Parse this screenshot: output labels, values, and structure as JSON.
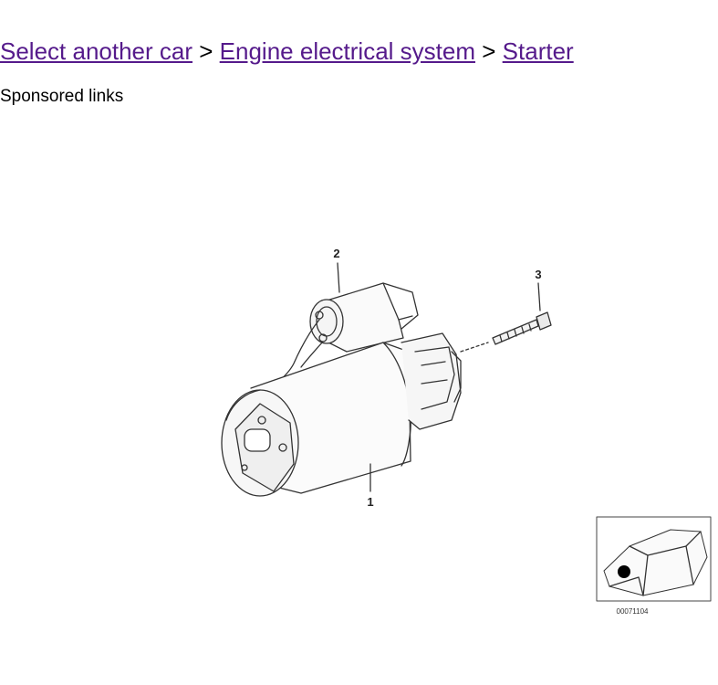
{
  "breadcrumb": {
    "items": [
      {
        "label": "Select another car"
      },
      {
        "label": "Engine electrical system"
      },
      {
        "label": "Starter"
      }
    ],
    "separator": ">"
  },
  "sponsored": {
    "label": "Sponsored links"
  },
  "diagram": {
    "callouts": [
      "1",
      "2",
      "3"
    ],
    "locator_code": "00071104",
    "colors": {
      "line": "#333333",
      "locator_marker": "#000000"
    }
  }
}
